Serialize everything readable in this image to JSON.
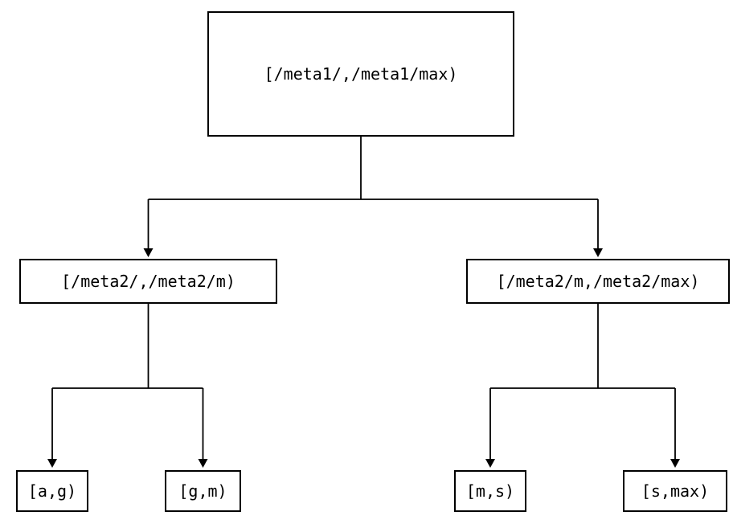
{
  "diagram": {
    "root": {
      "label": "[/meta1/,/meta1/max)"
    },
    "level2": [
      {
        "label": "[/meta2/,/meta2/m)"
      },
      {
        "label": "[/meta2/m,/meta2/max)"
      }
    ],
    "leaves": [
      {
        "label": "[a,g)"
      },
      {
        "label": "[g,m)"
      },
      {
        "label": "[m,s)"
      },
      {
        "label": "[s,max)"
      }
    ],
    "line_color": "#000000"
  }
}
